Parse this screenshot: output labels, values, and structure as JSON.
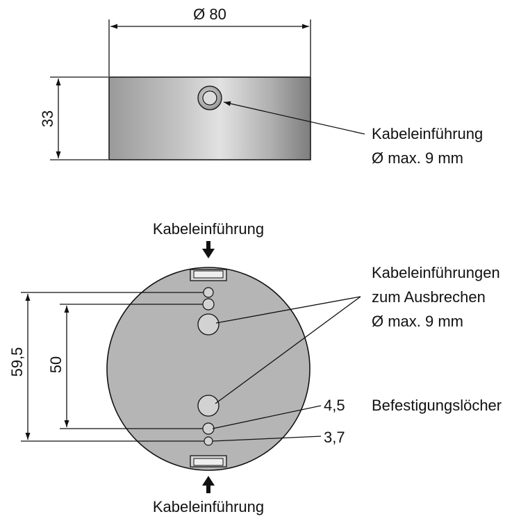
{
  "side_view": {
    "diameter_label": "Ø 80",
    "height_label": "33",
    "cable_entry_line1": "Kabeleinführung",
    "cable_entry_line2": "Ø max. 9 mm"
  },
  "top_view": {
    "entry_top": "Kabeleinführung",
    "entry_bottom": "Kabeleinführung",
    "knockouts_line1": "Kabeleinführungen",
    "knockouts_line2": "zum Ausbrechen",
    "knockouts_line3": "Ø max. 9 mm",
    "mounting_holes": "Befestigungslöcher",
    "dim_outer": "59,5",
    "dim_inner": "50",
    "hole_45": "4,5",
    "hole_37": "3,7"
  },
  "colors": {
    "line": "#111111",
    "housing_light": "#d6d6d6",
    "housing_dark": "#7a7a7a",
    "disc_fill": "#b5b5b5"
  }
}
